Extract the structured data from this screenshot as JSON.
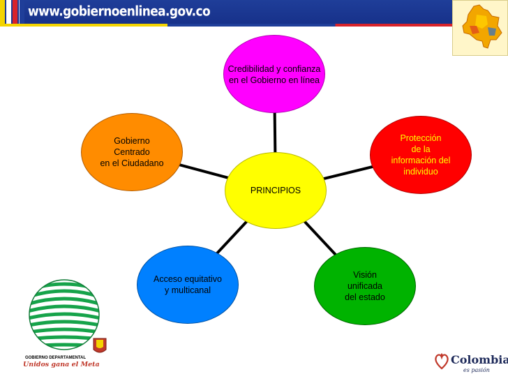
{
  "header": {
    "site_url": "www.gobiernoenlinea.gov.co",
    "background_color": "#1f3e99",
    "stripe_colors": [
      "#f4d400",
      "#ffffff",
      "#d8232a",
      "#1f3e99"
    ]
  },
  "diagram": {
    "center": {
      "label": "PRINCIPIOS",
      "color": "#ffff00"
    },
    "nodes": [
      {
        "label": "Credibilidad y confianza\nen el Gobierno en línea",
        "color": "#ff00ff",
        "text_color": "#000000"
      },
      {
        "label": "Protección\nde la\ninformación del\nindividuo",
        "color": "#ff0000",
        "text_color": "#ffff00"
      },
      {
        "label": "Visión\nunificada\ndel estado",
        "color": "#00b300",
        "text_color": "#000000"
      },
      {
        "label": "Acceso equitativo\ny multicanal",
        "color": "#0080ff",
        "text_color": "#000000"
      },
      {
        "label": "Gobierno\nCentrado\nen el Ciudadano",
        "color": "#ff8c00",
        "text_color": "#000000"
      }
    ],
    "connector_color": "#000000"
  },
  "footer": {
    "departmental_logo": {
      "line1": "GOBIERNO DEPARTAMENTAL",
      "line2": "Unidos gana el Meta"
    },
    "colombia_brand": {
      "word": "Colombia",
      "registered": "®",
      "tagline": "es pasión"
    }
  },
  "icons": {
    "map_logo": "colombia-map-icon",
    "departmental_logo": "green-globe-icon",
    "coat_of_arms": "coat-of-arms-icon",
    "heart_flame": "heart-flame-icon"
  }
}
